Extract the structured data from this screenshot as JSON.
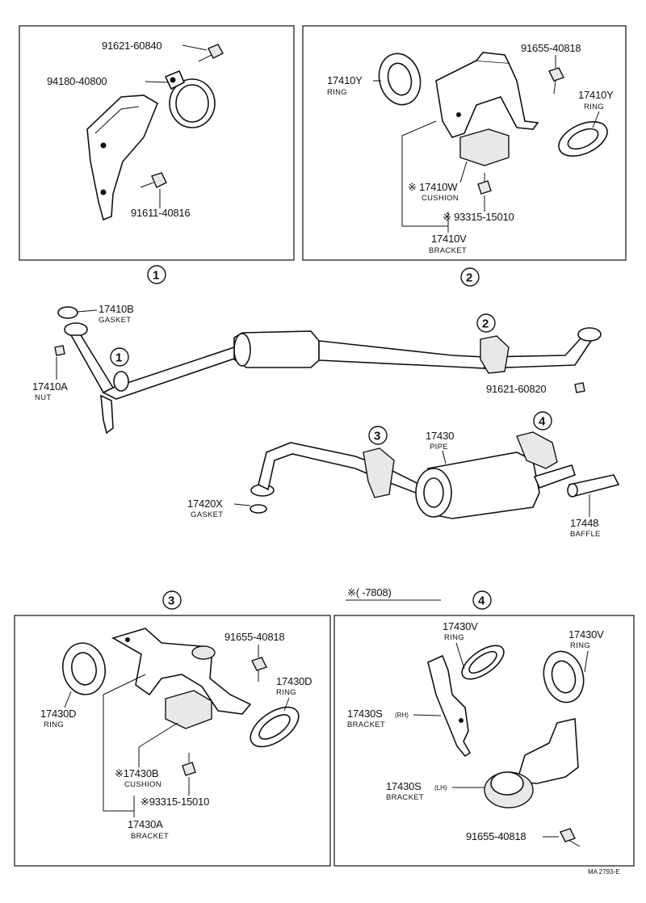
{
  "labels": {
    "p1_bolt_top": "91621-60840",
    "p1_clamp": "94180-40800",
    "p1_bolt_bottom": "91611-40816",
    "p2_bolt": "91655-40818",
    "p2_ring_left_no": "17410Y",
    "p2_ring_left_nm": "RING",
    "p2_ring_right_no": "17410Y",
    "p2_ring_right_nm": "RING",
    "p2_cushion_no": "※ 17410W",
    "p2_cushion_nm": "CUSHION",
    "p2_bolt2": "※ 93315-15010",
    "p2_bracket_no": "17410V",
    "p2_bracket_nm": "BRACKET",
    "m_gasket_no": "17410B",
    "m_gasket_nm": "GASKET",
    "m_nut_no": "17410A",
    "m_nut_nm": "NUT",
    "m_bolt": "91621-60820",
    "m_pipe_no": "17430",
    "m_pipe_nm": "PIPE",
    "m_gasket2_no": "17420X",
    "m_gasket2_nm": "GASKET",
    "m_baffle_no": "17448",
    "m_baffle_nm": "BAFFLE",
    "p3_bolt": "91655-40818",
    "p3_ring_left_no": "17430D",
    "p3_ring_left_nm": "RING",
    "p3_ring_right_no": "17430D",
    "p3_ring_right_nm": "RING",
    "p3_cushion_no": "※17430B",
    "p3_cushion_nm": "CUSHION",
    "p3_bolt2": "※93315-15010",
    "p3_bracket_no": "17430A",
    "p3_bracket_nm": "BRACKET",
    "note": "※(    -7808)",
    "p4_ring_left_no": "17430V",
    "p4_ring_left_nm": "RING",
    "p4_ring_right_no": "17430V",
    "p4_ring_right_nm": "RING",
    "p4_bracket_rh_no": "17430S",
    "p4_bracket_rh_side": "(RH)",
    "p4_bracket_rh_nm": "BRACKET",
    "p4_bracket_lh_no": "17430S",
    "p4_bracket_lh_side": "(LH)",
    "p4_bracket_lh_nm": "BRACKET",
    "p4_bolt": "91655-40818",
    "figure_code": "MA 2793-E"
  },
  "callouts": {
    "c1": "1",
    "c2": "2",
    "c3": "3",
    "c4": "4"
  }
}
